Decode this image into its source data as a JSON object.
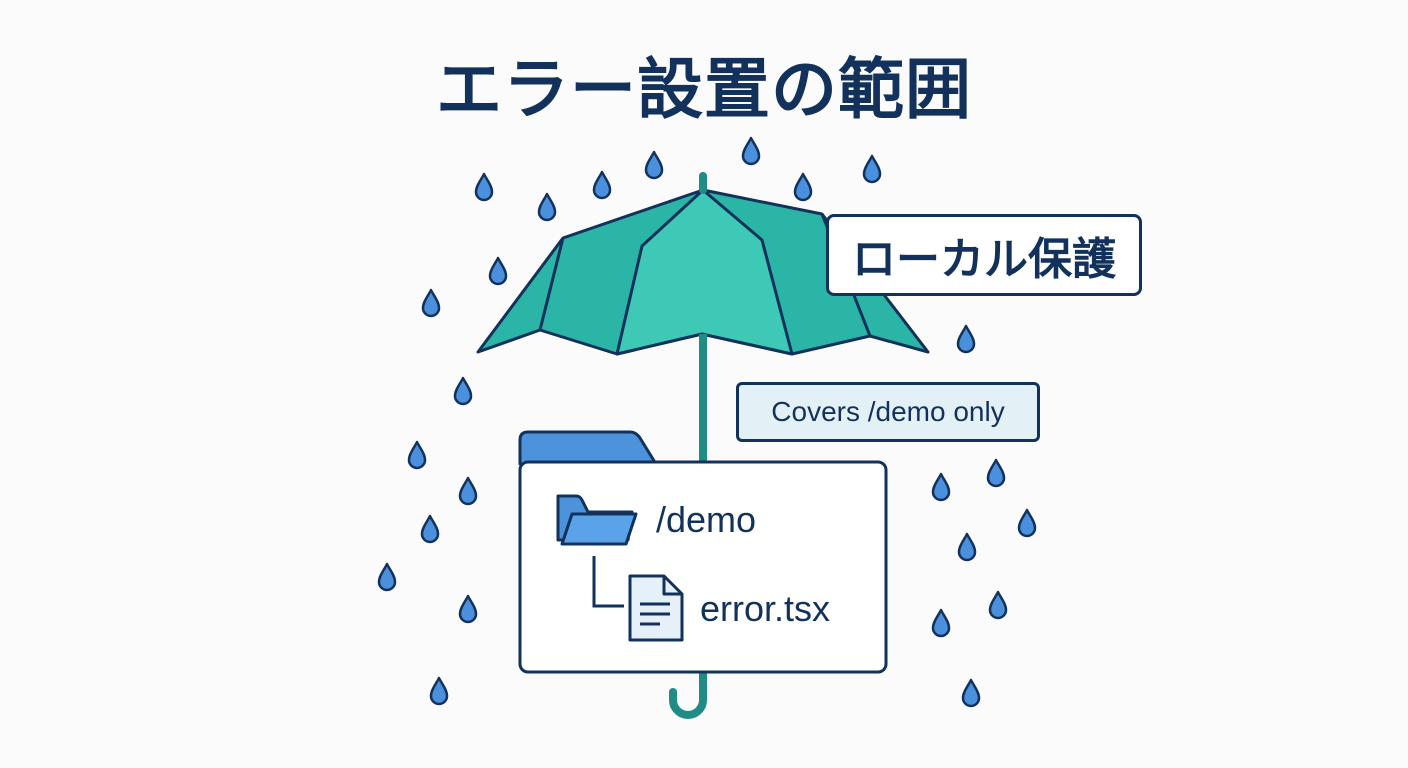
{
  "title": "エラー設置の範囲",
  "badges": {
    "scope": "ローカル保護",
    "coverage": "Covers /demo only"
  },
  "tree": {
    "directory": "/demo",
    "file": "error.tsx"
  },
  "icons": {
    "umbrella": "umbrella-icon",
    "folder": "folder-icon",
    "file": "file-icon",
    "rain": "raindrop-icon"
  },
  "colors": {
    "title": "#12325b",
    "umbrella_canopy": "#2bb5a6",
    "umbrella_highlight": "#3ec9b6",
    "folder": "#4c93dc",
    "raindrop": "#4a90dc",
    "badge_fill": "#e3f0f5"
  }
}
